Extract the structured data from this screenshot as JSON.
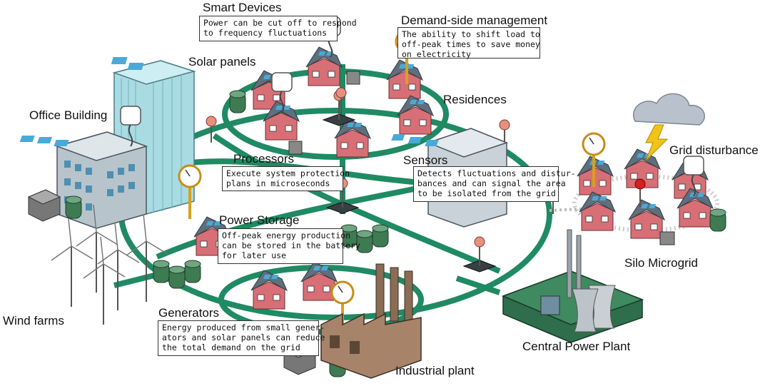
{
  "labels": {
    "smart_devices": "Smart Devices",
    "demand_side": "Demand-side management",
    "solar_panels": "Solar panels",
    "residences": "Residences",
    "office_building": "Office Building",
    "grid_disturbance": "Grid disturbance",
    "processors": "Processors",
    "sensors": "Sensors",
    "power_storage": "Power Storage",
    "silo_microgrid": "Silo Microgrid",
    "wind_farms": "Wind farms",
    "generators": "Generators",
    "central_power_plant": "Central Power Plant",
    "industrial_plant": "Industrial plant"
  },
  "callouts": {
    "smart_devices": [
      "Power can be cut off to respond",
      "to frequency fluctuations"
    ],
    "demand_side": [
      "The ability to shift load to",
      "off-peak times to save money",
      "on electricity"
    ],
    "processors": [
      "Execute system protection",
      "plans in microseconds"
    ],
    "sensors": [
      "Detects fluctuations and distur-",
      "bances and can signal the area",
      "to be isolated from the grid"
    ],
    "power_storage": [
      "Off-peak energy production",
      "can be stored in the battery",
      "for later use"
    ],
    "generators": [
      "Energy produced from small gener-",
      "ators and solar panels can reduce",
      "the total demand on the grid"
    ]
  },
  "colors": {
    "grid_line": "#1f8a63",
    "house_wall": "#d86f76",
    "roof": "#5f6f7c",
    "tower": "#a9dbe3",
    "storage": "#3e7a52",
    "factory": "#8a6b54",
    "power_plant_base": "#2e6e4c",
    "cloud": "#b9c2cc",
    "lightning": "#f2c419",
    "sensor_red": "#d62020"
  }
}
